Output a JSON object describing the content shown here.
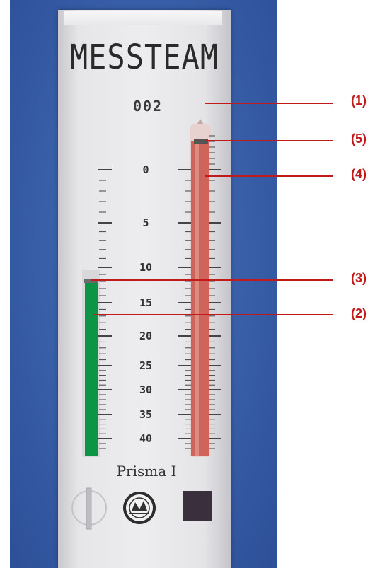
{
  "device": {
    "brand": "MESSTEAM",
    "counter_reading": "002",
    "model": "Prisma I"
  },
  "scale": {
    "labels": [
      "0",
      "5",
      "10",
      "15",
      "20",
      "25",
      "30",
      "35",
      "40"
    ]
  },
  "callouts": [
    {
      "id": "1",
      "label": "(1)"
    },
    {
      "id": "5",
      "label": "(5)"
    },
    {
      "id": "4",
      "label": "(4)"
    },
    {
      "id": "3",
      "label": "(3)"
    },
    {
      "id": "2",
      "label": "(2)"
    }
  ],
  "colors": {
    "background": "#3a62ab",
    "instrument": "#ececee",
    "green_column": "#0d9444",
    "red_column": "#d0645a",
    "callout": "#c01a1a"
  },
  "icons": [
    "seal-icon",
    "dark-square-icon",
    "spindle-icon"
  ]
}
